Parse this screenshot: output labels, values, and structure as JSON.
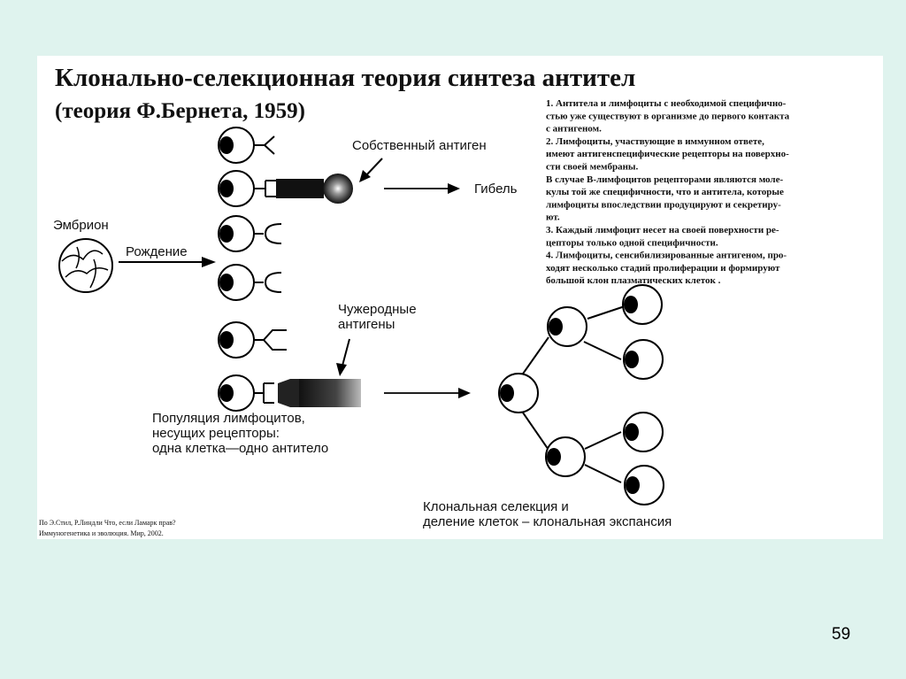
{
  "slide": {
    "title": "Клонально-селекционная теория синтеза антител",
    "subtitle": "(теория Ф.Бернета, 1959)",
    "page_number": "59"
  },
  "notes": [
    "1. Антитела и лимфоциты с необходимой специфично-",
    "стью уже существуют в организме до первого контакта",
    "с антигеном.",
    "2. Лимфоциты, участвующие в иммунном ответе,",
    "имеют антигенспецифические рецепторы на поверхно-",
    "сти своей мембраны.",
    "В случае В-лимфоцитов рецепторами являются моле-",
    "кулы той же специфичности, что и антитела, которые",
    "лимфоциты впоследствии продуцируют и секретиру-",
    "ют.",
    "3. Каждый лимфоцит несет на своей поверхности ре-",
    "цепторы только одной специфичности.",
    "4. Лимфоциты, сенсибилизированные антигеном, про-",
    "ходят несколько стадий пролиферации и формируют",
    "большой клон плазматических клеток ."
  ],
  "diagram": {
    "embryo_label": "Эмбрион",
    "birth_label": "Рождение",
    "self_antigen_label": "Собственный антиген",
    "death_label": "Гибель",
    "foreign_antigens_line1": "Чужеродные",
    "foreign_antigens_line2": "антигены",
    "population_line1": "Популяция лимфоцитов,",
    "population_line2": "несущих рецепторы:",
    "population_line3": "одна клетка—одно антитело",
    "clonal_line1": "Клональная селекция и",
    "clonal_line2": "деление клеток – клональная экспансия"
  },
  "credit": {
    "line1": "По Э.Стил, Р.Линдли Что, если Ламарк прав?",
    "line2": "Иммуногенетика и эволюция. Мир, 2002."
  }
}
